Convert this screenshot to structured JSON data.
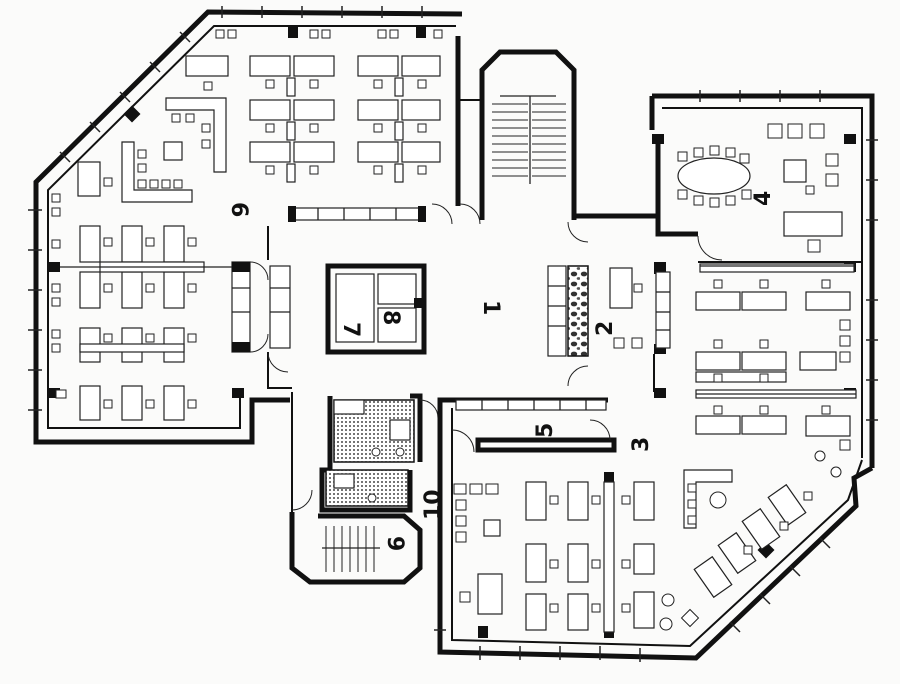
{
  "rooms": [
    {
      "id": "1",
      "label": "1"
    },
    {
      "id": "2",
      "label": "2"
    },
    {
      "id": "3",
      "label": "3"
    },
    {
      "id": "4",
      "label": "4"
    },
    {
      "id": "5",
      "label": "5"
    },
    {
      "id": "6",
      "label": "6"
    },
    {
      "id": "7",
      "label": "7"
    },
    {
      "id": "8",
      "label": "8"
    },
    {
      "id": "9",
      "label": "9"
    },
    {
      "id": "10",
      "label": "10"
    }
  ]
}
